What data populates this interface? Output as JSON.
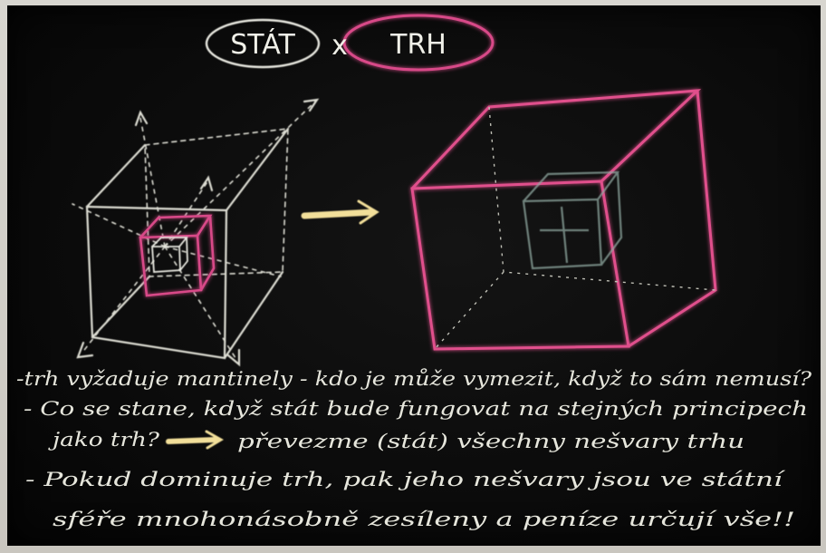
{
  "title": {
    "left": "STÁT",
    "separator": "x",
    "right": "TRH"
  },
  "notes": [
    "-trh vyžaduje mantinely - kdo je může vymezit, když to sám nemusí?",
    "- Co se stane, když stát bude fungovat na stejných principech",
    "jako trh?",
    "převezme (stát) všechny nešvary trhu",
    "- Pokud dominuje trh, pak jeho nešvary jsou ve státní",
    "sféře mnohonásobně zesíleny a peníze určují vše!!"
  ],
  "colors": {
    "board": "#0b0b0b",
    "chalk_white": "#e6e6dc",
    "chalk_pink": "#e0508c",
    "chalk_yellow": "#f2df9a"
  }
}
